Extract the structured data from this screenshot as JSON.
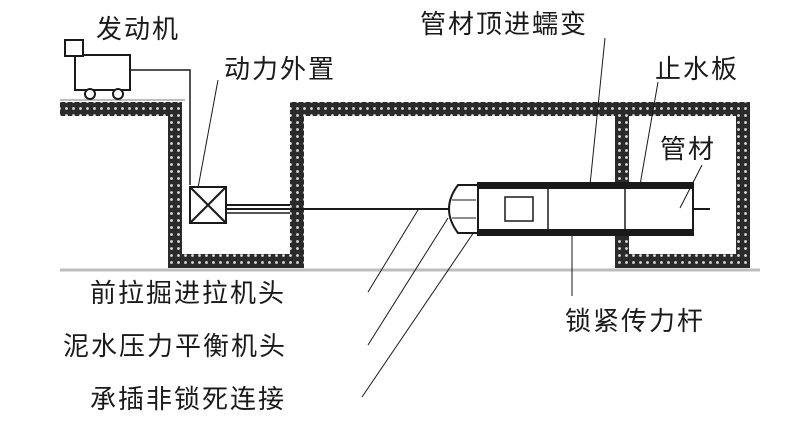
{
  "labels": {
    "engine": "发动机",
    "external_power": "动力外置",
    "pipe_jacking_creep": "管材顶进蠕变",
    "water_stop_plate": "止水板",
    "pipe": "管材",
    "front_pull_head": "前拉掘进拉机头",
    "slurry_balance_head": "泥水压力平衡机头",
    "socket_unlocked_connection": "承插非锁死连接",
    "locking_force_rod": "锁紧传力杆"
  },
  "colors": {
    "line": "#1a1a1a",
    "wall_fill": "#2a2a2a",
    "ground": "#bdbdbd"
  }
}
